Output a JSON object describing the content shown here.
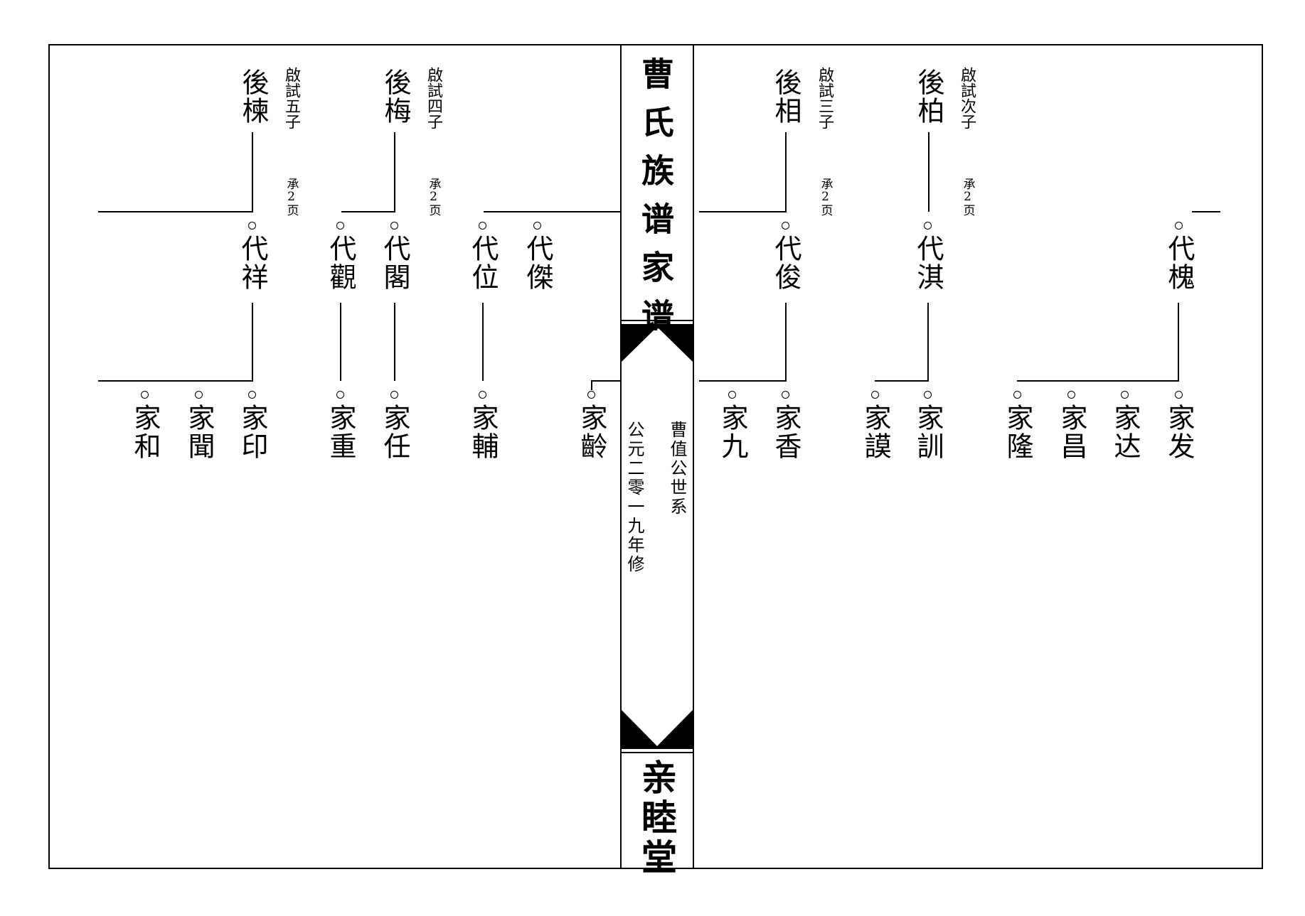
{
  "spine": {
    "title": "曹氏族谱家谱",
    "lineage": "曹值公世系",
    "year": "公元二零一九年修",
    "hall": "亲睦堂"
  },
  "continued": "承2页",
  "gen1": {
    "right_1": {
      "name": "後柏",
      "note": "啟試次子"
    },
    "right_2": {
      "name": "後相",
      "note": "啟試三子"
    },
    "left_1": {
      "name": "後梅",
      "note": "啟試四子"
    },
    "left_2": {
      "name": "後楝",
      "note": "啟試五子"
    }
  },
  "gen2": {
    "dai_gui": "代槐",
    "dai_qi": "代淇",
    "dai_jun": "代俊",
    "dai_jie": "代傑",
    "dai_wei": "代位",
    "dai_ge": "代閣",
    "dai_guan": "代觀",
    "dai_xiang": "代祥"
  },
  "gen3": {
    "jia_fa": "家发",
    "jia_da": "家达",
    "jia_chang": "家昌",
    "jia_long": "家隆",
    "jia_xun": "家訓",
    "jia_mo": "家謨",
    "jia_xiang": "家香",
    "jia_jiu": "家九",
    "jia_ling": "家齡",
    "jia_fu": "家輔",
    "jia_ren": "家任",
    "jia_zhong": "家重",
    "jia_yin": "家印",
    "jia_wen": "家聞",
    "jia_he": "家和"
  }
}
